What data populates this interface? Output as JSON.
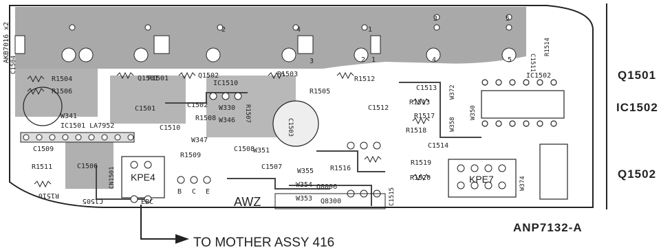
{
  "side_labels": {
    "top": "Q1501",
    "middle": "IC1502",
    "bottom": "Q1502"
  },
  "board_code": "ANP7132-A",
  "connector_note": "TO MOTHER ASSY 416",
  "edge_print": "AKB7016 x2",
  "pin_numbers": [
    "1",
    "2",
    "3",
    "4",
    "5",
    "1",
    "2",
    "3",
    "4",
    "5"
  ],
  "component_labels": [
    "C1504",
    "R1504",
    "R1506",
    "Q1501",
    "R1501",
    "Q1502",
    "R1505",
    "R1503",
    "R1512",
    "C1513",
    "R1513",
    "C1501",
    "C1502",
    "IC1510",
    "W330",
    "W346",
    "R1508",
    "C1512",
    "IC1502",
    "W341",
    "IC1501 LA7952",
    "C1510",
    "W347",
    "C1503",
    "R1507",
    "W351",
    "C1508",
    "W358",
    "W350",
    "R1517",
    "R1518",
    "C1514",
    "W372",
    "C1509",
    "C1506",
    "CN1501",
    "R1511",
    "R1510",
    "KPE4",
    "R1509",
    "C1507",
    "W355",
    "R1516",
    "W354",
    "W353",
    "R1519",
    "R1520",
    "KPE7",
    "W374",
    "C1515",
    "C1505",
    "AWZ",
    "C1511",
    "R1514",
    "Q8006",
    "Q8300",
    "B",
    "C",
    "E",
    "EBC"
  ],
  "colors": {
    "ink": "#222222",
    "copper": "#aaaaaa",
    "paper": "#ffffff"
  }
}
